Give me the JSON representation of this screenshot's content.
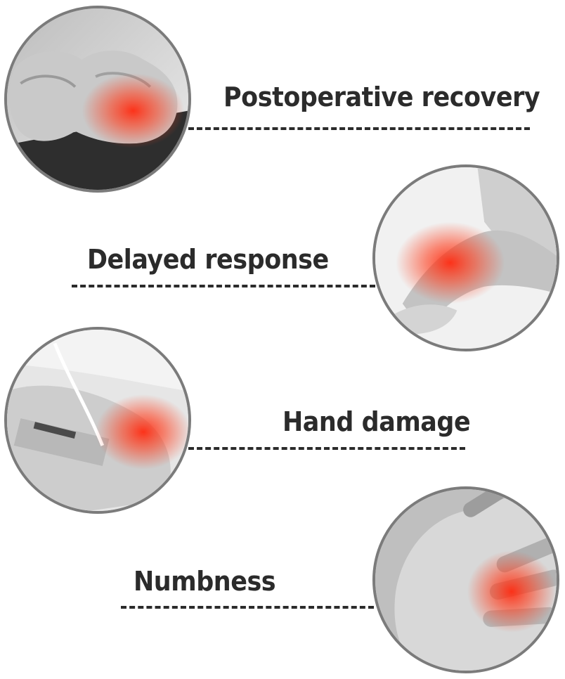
{
  "items": [
    {
      "label": "Postoperative recovery",
      "image_icon": "fist-with-red-pain-glow"
    },
    {
      "label": "Delayed response",
      "image_icon": "wrist-with-red-pain-glow"
    },
    {
      "label": "Hand damage",
      "image_icon": "bandaged-hand-with-red-pain-glow"
    },
    {
      "label": "Numbness",
      "image_icon": "palm-fingers-with-red-pain-glow"
    }
  ],
  "colors": {
    "text": "#2b2b2b",
    "circle_border": "#7b7b7b",
    "pain_glow": "#ff2a10"
  }
}
